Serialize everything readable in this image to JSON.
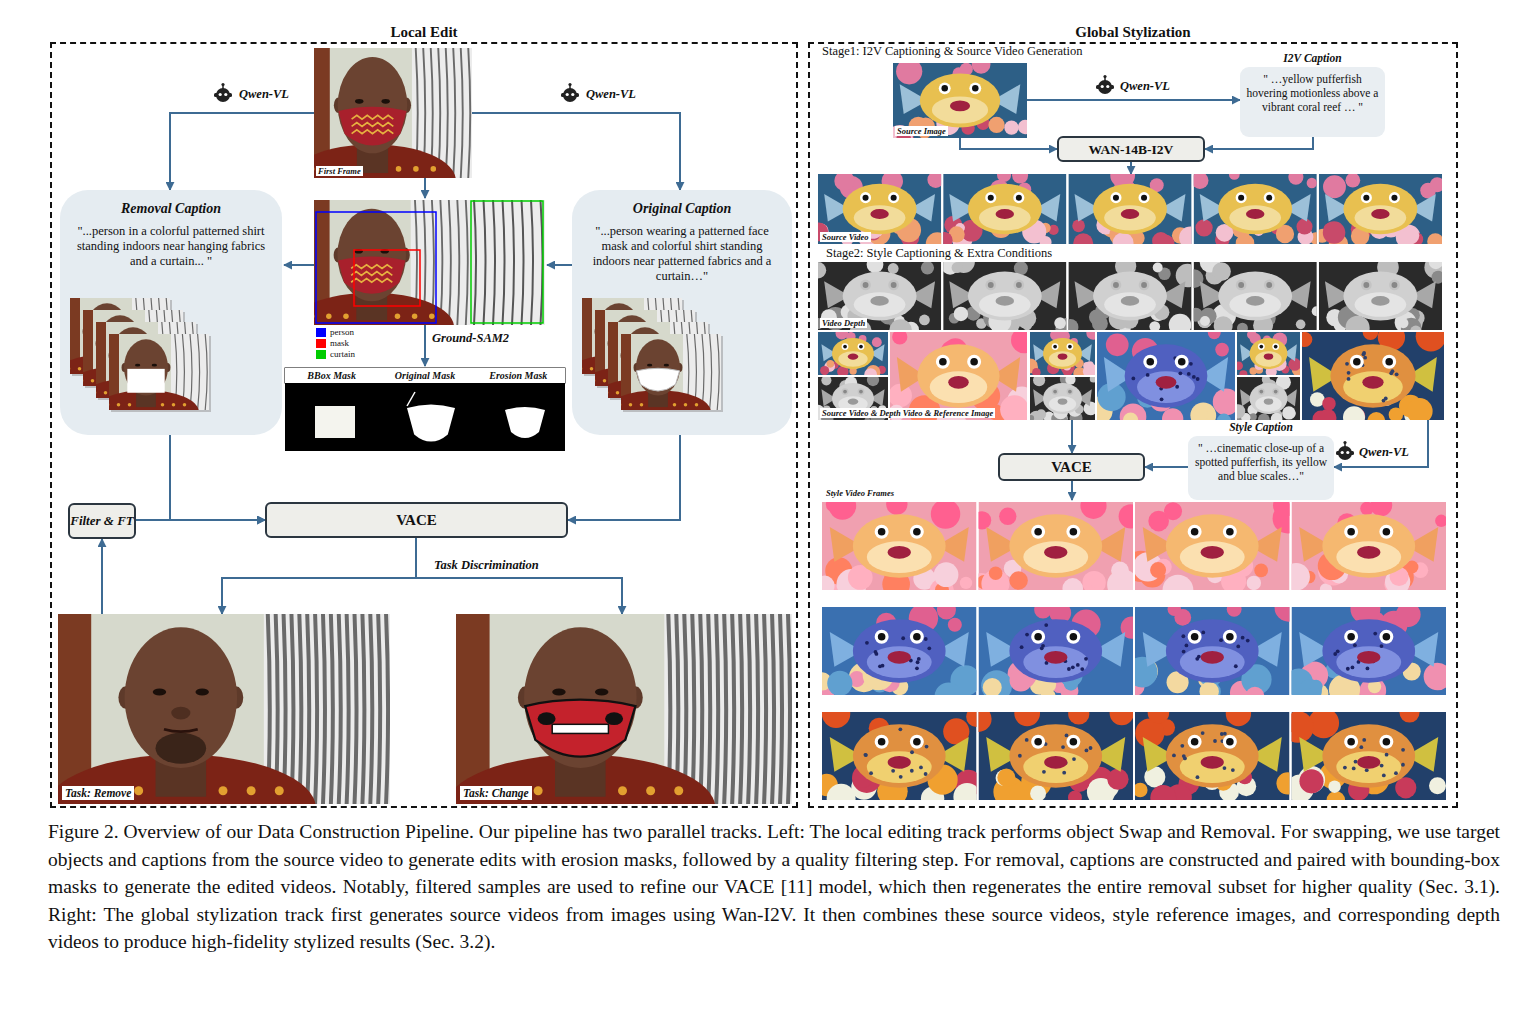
{
  "diagram": {
    "caption": "Figure 2. Overview of our Data Construction Pipeline. Our pipeline has two parallel tracks. Left: The local editing track performs object Swap and Removal. For swapping, we use target objects and captions from the source video to generate edits with erosion masks, followed by a quality filtering step. For removal, captions are constructed and paired with bounding-box masks to generate the edited videos. Notably, filtered samples are used to refine our VACE [11] model, which then regenerates the entire removal subset for higher quality (Sec. 3.1). Right: The global stylization track first generates source videos from images using Wan-I2V. It then combines these source videos, style reference images, and corresponding depth videos to produce high-fidelity stylized results (Sec. 3.2).",
    "nodes": [
      {
        "text": [
          "Local Edit"
        ]
      },
      {
        "text": [
          "First Frame"
        ],
        "in": 0
      },
      {
        "text": [
          "Removal Caption",
          "\"...person in a colorful patterned shirt standing indoors near hanging fabrics and a curtain... \""
        ],
        "in": 0
      },
      {
        "text": [
          "Original Caption",
          "\"...person wearing a patterned face mask and colorful shirt standing indoors near patterned fabrics and a curtain…\""
        ],
        "in": 0
      },
      {
        "text": [
          "BBox Mask",
          "Original Mask",
          "Erosion Mask"
        ],
        "in": 0
      },
      {
        "text": [
          "Filter & FT"
        ],
        "in": 0
      },
      {
        "text": [
          "VACE"
        ],
        "in": 0
      },
      {
        "text": [
          "Task: Remove"
        ],
        "in": 0
      },
      {
        "text": [
          "Task: Change"
        ],
        "in": 0
      },
      {
        "text": [
          "Global Stylization"
        ]
      },
      {
        "text": [
          "Source Image"
        ],
        "in": 9
      },
      {
        "text": [
          "I2V Caption",
          "\" …yellow pufferfish hovering motionless above a vibrant coral reef … \""
        ],
        "in": 9
      },
      {
        "text": [
          "WAN-14B-I2V"
        ],
        "in": 9
      },
      {
        "text": [
          "Source Video"
        ],
        "in": 9
      },
      {
        "text": [
          "Video Depth"
        ],
        "in": 9
      },
      {
        "text": [
          "Source Video & Depth Video & Reference Image"
        ],
        "in": 9
      },
      {
        "text": [
          "Style Caption",
          "\" …cinematic close-up of a spotted pufferfish, its yellow and blue scales…\""
        ],
        "in": 9
      },
      {
        "text": [
          "VACE"
        ],
        "in": 9
      },
      {
        "text": [
          "Style Video Frames"
        ],
        "in": 9
      }
    ],
    "edges": [
      {
        "from": 1,
        "to": 2,
        "label": "Qwen-VL",
        "arrow": "to"
      },
      {
        "from": 1,
        "to": 3,
        "label": "Qwen-VL",
        "arrow": "to"
      },
      {
        "from": 2,
        "to": 6,
        "arrow": "to"
      },
      {
        "from": 3,
        "to": 6,
        "arrow": "to"
      },
      {
        "from": 5,
        "to": 6,
        "arrow": "to"
      },
      {
        "from": 6,
        "to": 7,
        "arrow": "to"
      },
      {
        "from": 6,
        "to": 8,
        "label": "Task Discrimination",
        "arrow": "to"
      },
      {
        "from": 7,
        "to": 5,
        "arrow": "to"
      },
      {
        "from": 10,
        "to": 11,
        "label": "Qwen-VL",
        "arrow": "to"
      },
      {
        "from": 10,
        "to": 12,
        "arrow": "to"
      },
      {
        "from": 11,
        "to": 12,
        "arrow": "to"
      },
      {
        "from": 12,
        "to": 13,
        "arrow": "to"
      },
      {
        "from": 15,
        "to": 17,
        "arrow": "to"
      },
      {
        "from": 15,
        "to": 16,
        "label": "Qwen-VL",
        "arrow": "to"
      },
      {
        "from": 16,
        "to": 17,
        "arrow": "to"
      },
      {
        "from": 17,
        "to": 18,
        "arrow": "to"
      }
    ],
    "labels": [
      "Ground-SAM2",
      "Stage1: I2V Captioning & Source Video Generation",
      "Stage2: Style Captioning & Extra Conditions"
    ],
    "legend": [
      {
        "text": "person",
        "color": "#0000ff"
      },
      {
        "text": "mask",
        "color": "#ff0000"
      },
      {
        "text": "curtain",
        "color": "#00cc00"
      }
    ]
  }
}
